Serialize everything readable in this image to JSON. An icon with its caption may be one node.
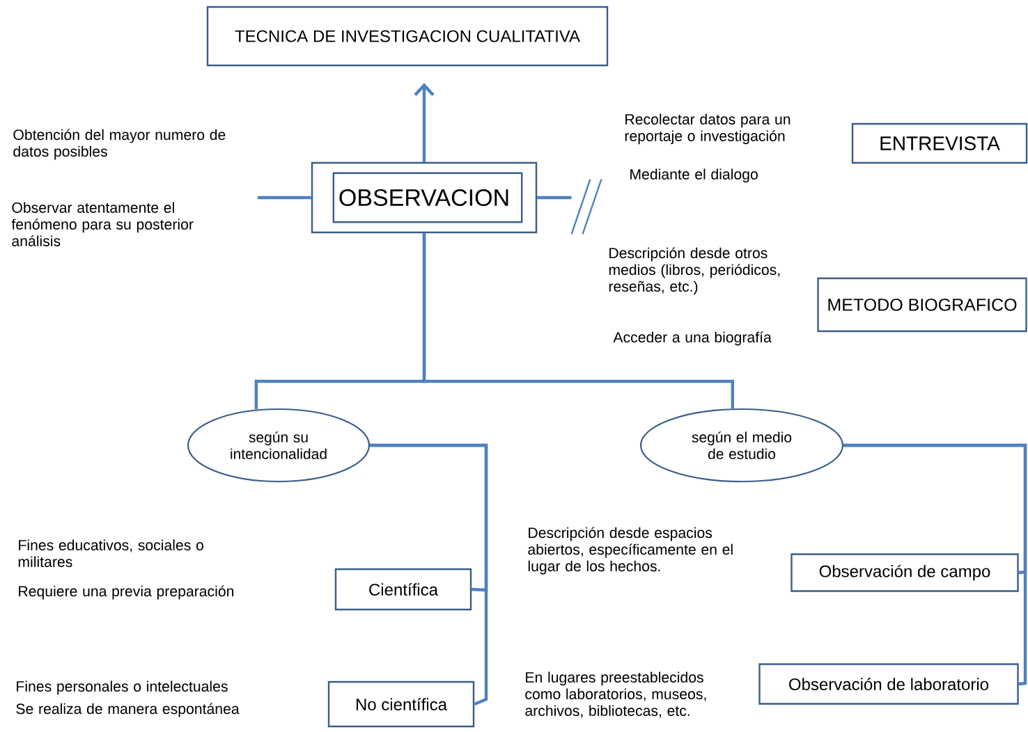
{
  "diagram": {
    "nodes": [
      {
        "text": [
          "TECNICA  DE INVESTIGACION  CUALITATIVA"
        ]
      },
      {
        "text": [
          "OBSERVACION"
        ]
      },
      {
        "text": [
          "ENTREVISTA"
        ]
      },
      {
        "text": [
          "METODO BIOGRAFICO"
        ]
      },
      {
        "text": [
          "según su intencionalidad"
        ]
      },
      {
        "text": [
          "según el medio de estudio"
        ]
      },
      {
        "text": [
          "Científica"
        ]
      },
      {
        "text": [
          "No científica"
        ]
      },
      {
        "text": [
          "Observación de campo"
        ]
      },
      {
        "text": [
          "Observación de laboratorio"
        ]
      },
      {
        "text": [],
        "shape": "bar"
      }
    ],
    "edges": [
      {
        "from": 1,
        "to": 0,
        "arrow": "to"
      },
      {
        "from": 1,
        "to": 4,
        "arrow": "none"
      },
      {
        "from": 1,
        "to": 5,
        "arrow": "none"
      },
      {
        "from": 4,
        "to": 6,
        "arrow": "none"
      },
      {
        "from": 4,
        "to": 7,
        "arrow": "none"
      },
      {
        "from": 5,
        "to": 8,
        "arrow": "none"
      },
      {
        "from": 5,
        "to": 9,
        "arrow": "none"
      },
      {
        "from": null,
        "to": 1,
        "arrow": "none"
      },
      {
        "from": 1,
        "to": 10,
        "arrow": "none"
      }
    ],
    "labels": [
      "Obtención del mayor numero de datos posibles",
      "Observar atentamente el fenómeno para su posterior análisis",
      "Recolectar datos para un reportaje o investigación",
      "Mediante el dialogo",
      "Descripción desde otros medios (libros, periódicos, reseñas, etc.)",
      "Acceder a una biografía",
      "Fines educativos, sociales o militares",
      "Requiere una previa preparación",
      "Fines personales o intelectuales",
      "Se realiza de manera espontánea",
      "Descripción desde espacios abiertos, específicamente en el lugar de los hechos.",
      "En lugares preestablecidos como laboratorios, museos, archivos, bibliotecas, etc."
    ]
  }
}
